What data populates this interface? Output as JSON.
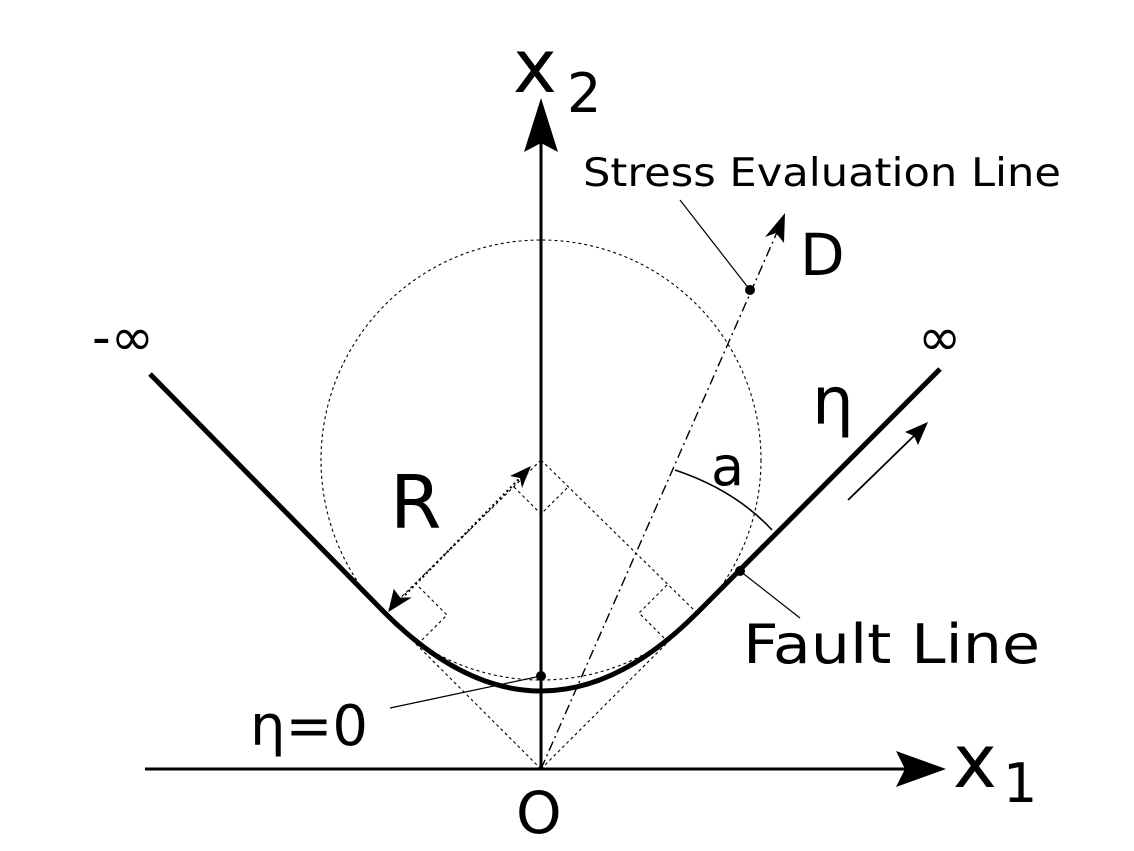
{
  "labels": {
    "x2": "x",
    "x2_sub": "2",
    "x1": "x",
    "x1_sub": "1",
    "origin": "O",
    "neg_inf": "-∞",
    "pos_inf": "∞",
    "eta": "η",
    "eta_zero": "η=0",
    "radius": "R",
    "angle": "a",
    "point_d": "D",
    "stress_line": "Stress Evaluation Line",
    "fault_line": "Fault Line"
  }
}
